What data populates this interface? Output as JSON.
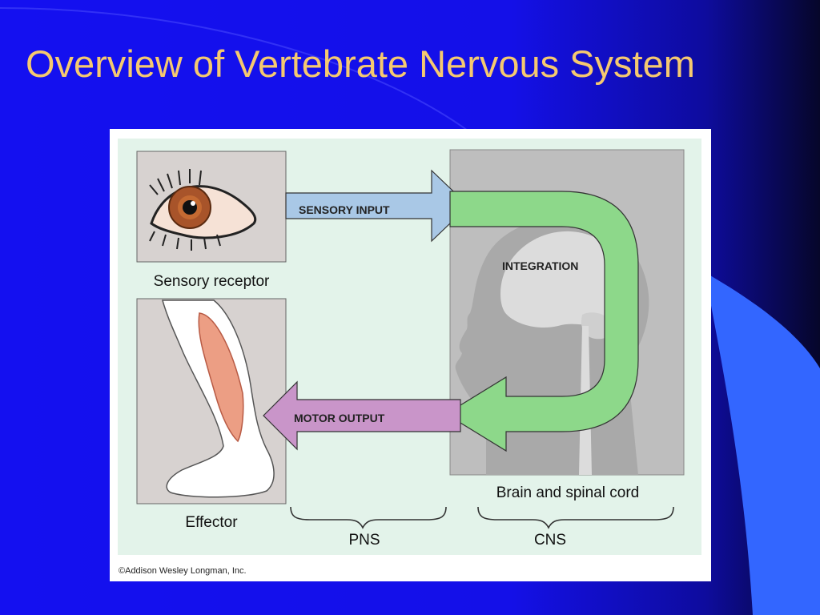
{
  "slide": {
    "title": "Overview of Vertebrate Nervous System",
    "colors": {
      "background_blue": "#1410F0",
      "background_dark": "#06062A",
      "accent_blue": "#3366FF",
      "title_gold": "#F5C970"
    }
  },
  "figure": {
    "labels": {
      "sensory_input": "SENSORY INPUT",
      "integration": "INTEGRATION",
      "motor_output": "MOTOR OUTPUT",
      "sensory_receptor": "Sensory receptor",
      "effector": "Effector",
      "brain_spinal": "Brain and spinal cord",
      "pns": "PNS",
      "cns": "CNS"
    },
    "copyright": "©Addison Wesley Longman, Inc.",
    "colors": {
      "panel_bg": "#E3F3EA",
      "sensory_arrow": "#A9C8E6",
      "integration_arrow": "#8DD88A",
      "motor_arrow": "#C995C9",
      "head_panel": "#BEBEBE",
      "image_panel": "#D7D2D0"
    }
  }
}
